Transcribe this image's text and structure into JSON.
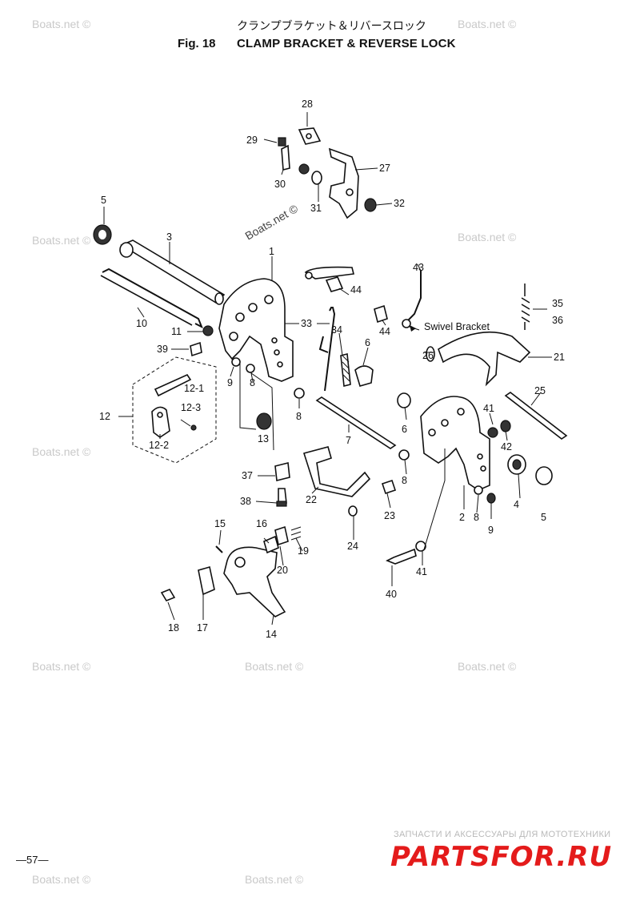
{
  "header": {
    "title_jp": "クランプブラケット＆リバースロック",
    "fig_label": "Fig. 18",
    "title_en": "CLAMP BRACKET & REVERSE LOCK"
  },
  "watermark": "Boats.net ©",
  "page_number": "—57—",
  "footer": {
    "site_tagline": "ЗАПЧАСТИ И АКСЕССУАРЫ ДЛЯ МОТОТЕХНИКИ",
    "site_logo": "PARTSFOR.RU"
  },
  "note_swivel": "Swivel Bracket",
  "callouts": {
    "c1": "1",
    "c2": "2",
    "c3": "3",
    "c4": "4",
    "c5a": "5",
    "c5b": "5",
    "c6a": "6",
    "c6b": "6",
    "c7": "7",
    "c8a": "8",
    "c8b": "8",
    "c8c": "8",
    "c8d": "8",
    "c9a": "9",
    "c9b": "9",
    "c10": "10",
    "c11": "11",
    "c12": "12",
    "c12_1": "12-1",
    "c12_2": "12-2",
    "c12_3": "12-3",
    "c13": "13",
    "c14": "14",
    "c15": "15",
    "c16": "16",
    "c17": "17",
    "c18": "18",
    "c19": "19",
    "c20": "20",
    "c21": "21",
    "c22": "22",
    "c23": "23",
    "c24": "24",
    "c25": "25",
    "c26": "26",
    "c27": "27",
    "c28": "28",
    "c29": "29",
    "c30": "30",
    "c31": "31",
    "c32": "32",
    "c33": "33",
    "c34": "34",
    "c35": "35",
    "c36": "36",
    "c37": "37",
    "c38": "38",
    "c39": "39",
    "c40": "40",
    "c41a": "41",
    "c41b": "41",
    "c42": "42",
    "c43": "43",
    "c44a": "44",
    "c44b": "44"
  }
}
